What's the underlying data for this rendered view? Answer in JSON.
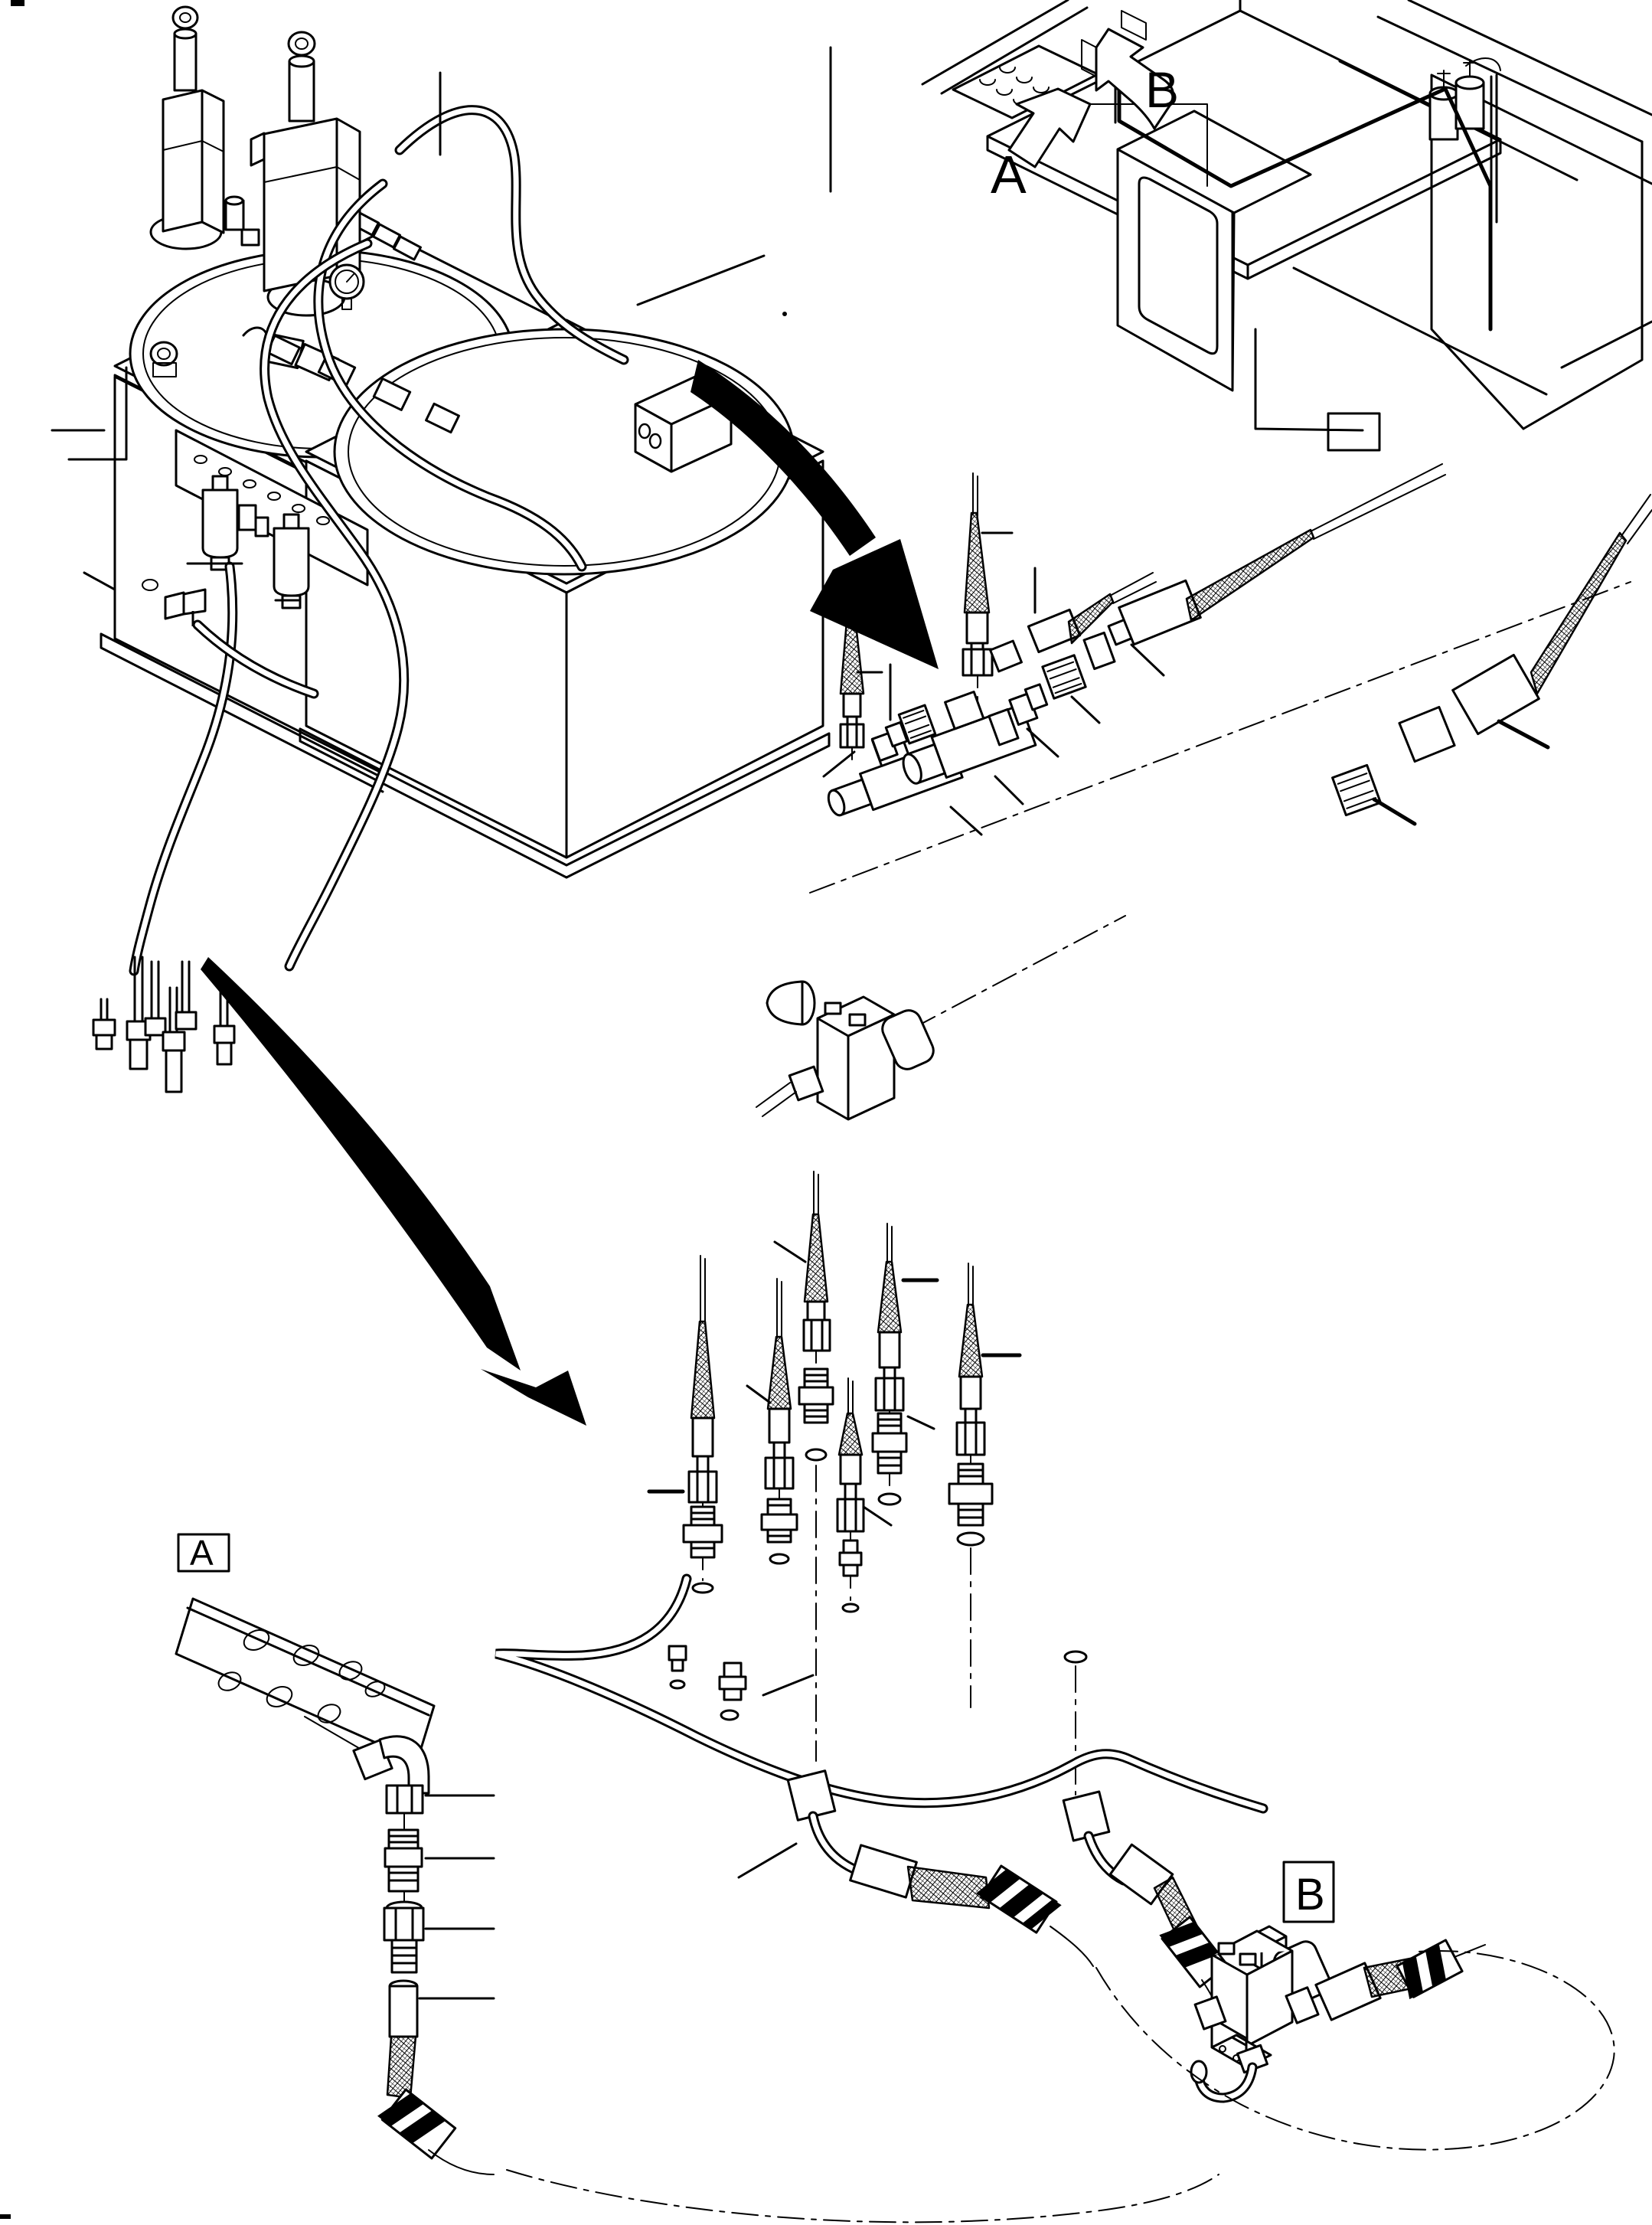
{
  "palette": {
    "background": "#ffffff",
    "ink": "#000000"
  },
  "figure": {
    "inset": {
      "location_a_label": "A",
      "location_b_label": "B"
    },
    "details": {
      "detail_a_label": "A",
      "detail_b_label": "B"
    }
  }
}
